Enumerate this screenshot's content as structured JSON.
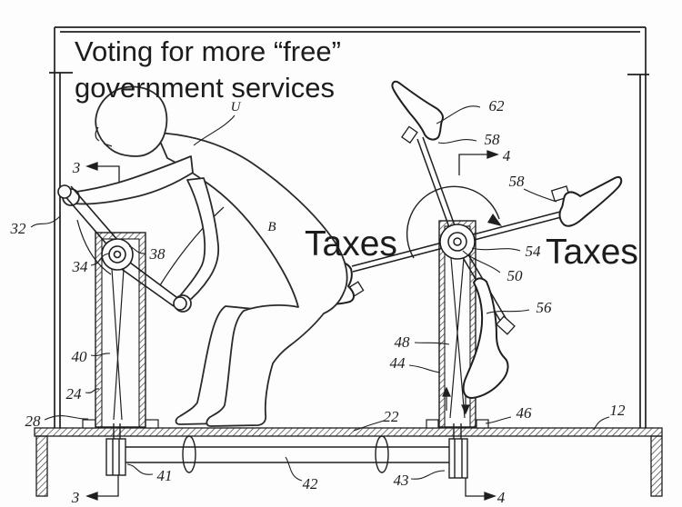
{
  "title": {
    "line1": "Voting for more “free”",
    "line2": "government services"
  },
  "captions": {
    "taxes_left": "Taxes",
    "taxes_right": "Taxes"
  },
  "figure_labels": {
    "user": "U",
    "buttocks": "B"
  },
  "reference_numerals": {
    "sec3_top": "3",
    "sec3_bottom": "3",
    "sec4_top": "4",
    "sec4_bottom": "4",
    "n12": "12",
    "n22": "22",
    "n24": "24",
    "n28": "28",
    "n32": "32",
    "n34": "34",
    "n38": "38",
    "n40": "40",
    "n41": "41",
    "n42": "42",
    "n43": "43",
    "n44": "44",
    "n46": "46",
    "n48": "48",
    "n50": "50",
    "n54": "54",
    "n56": "56",
    "n58_upper": "58",
    "n58_right": "58",
    "n62": "62"
  },
  "colors": {
    "ink": "#1f1f1f",
    "background": "#fdfdfd"
  }
}
